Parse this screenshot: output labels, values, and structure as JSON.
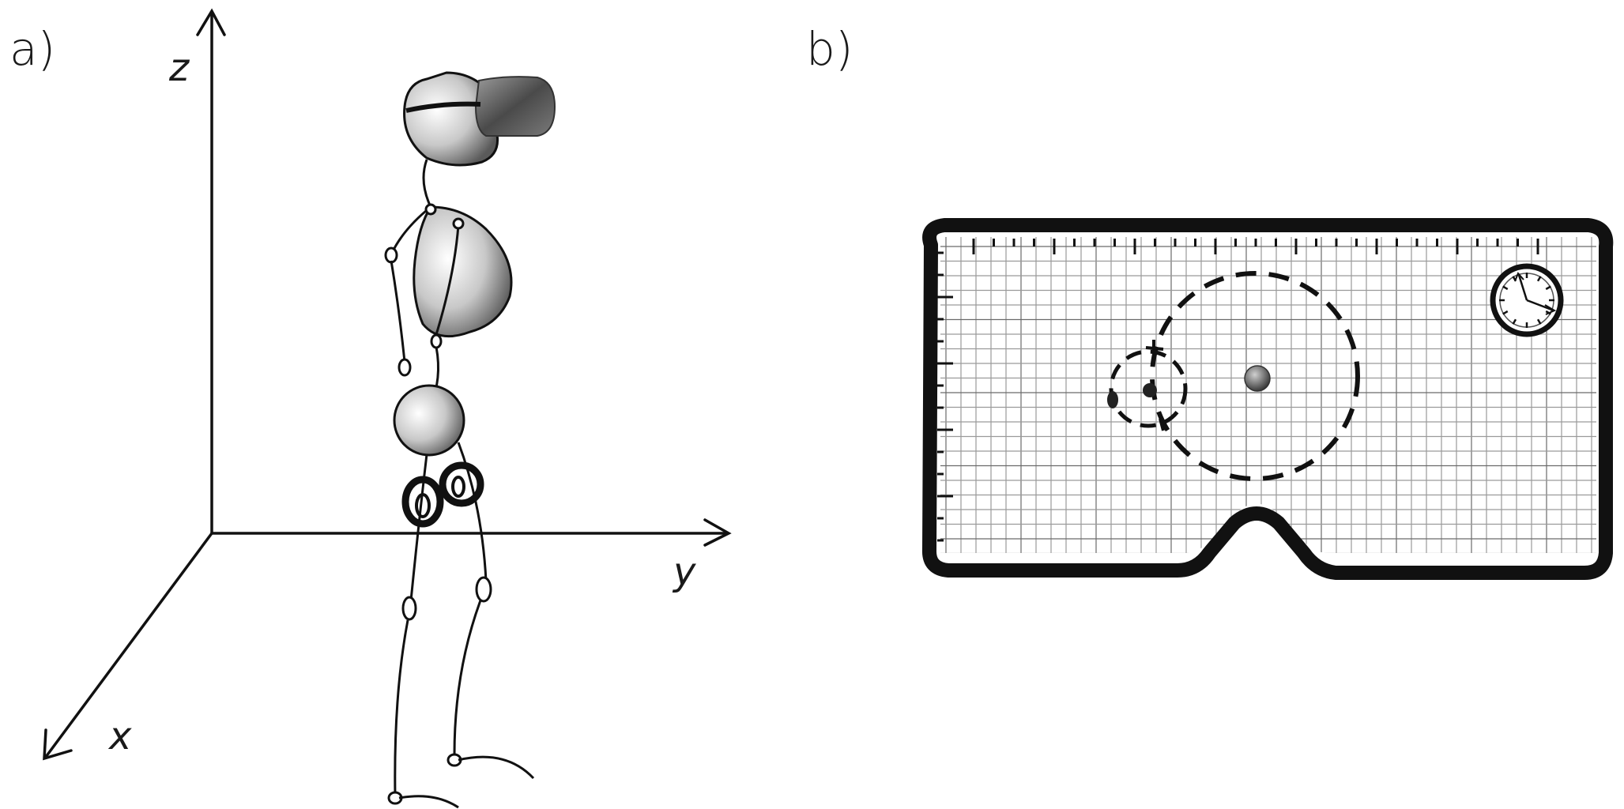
{
  "panel_a": {
    "label": "a)",
    "axes": {
      "z_label": "z",
      "y_label": "y",
      "x_label": "x"
    }
  },
  "panel_b": {
    "label": "b)",
    "icons": [
      "vr-headset-icon",
      "clock-icon"
    ]
  },
  "colors": {
    "ink": "#111111",
    "grid": "#9a9a9a",
    "background": "#ffffff"
  }
}
